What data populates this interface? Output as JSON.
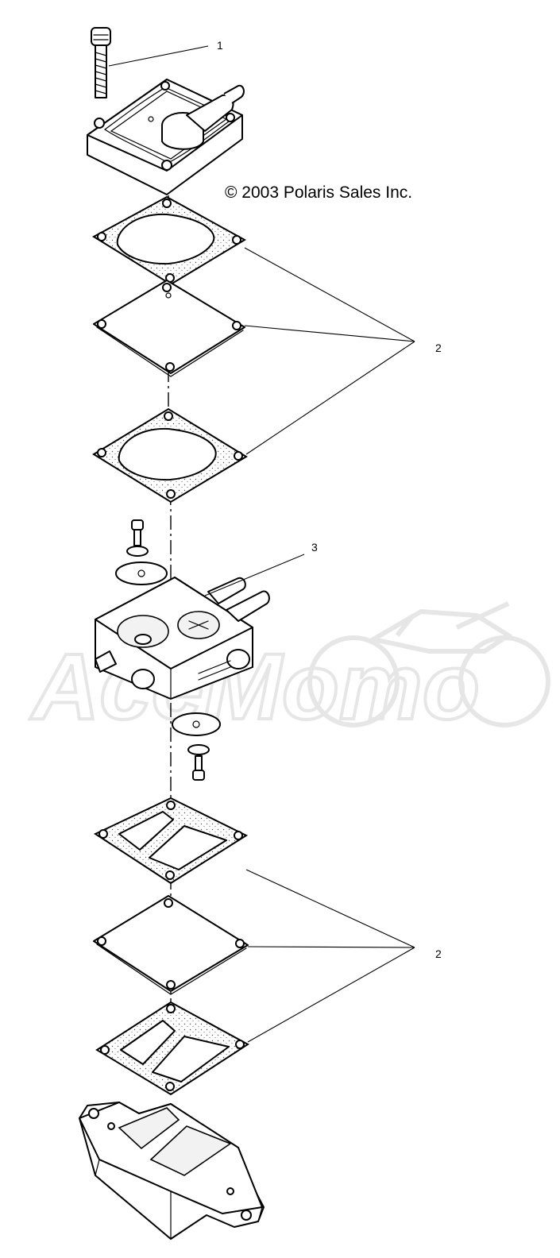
{
  "copyright": "© 2003 Polaris Sales Inc.",
  "watermark": "AceMomo",
  "callouts": [
    {
      "label": "1",
      "part": "screw"
    },
    {
      "label": "2",
      "part": "upper-gasket-set"
    },
    {
      "label": "3",
      "part": "pump-body"
    },
    {
      "label": "2",
      "part": "lower-gasket-set"
    }
  ],
  "icons": [
    "screw-icon",
    "fuel-pump-cover-icon",
    "gasket-icon",
    "diaphragm-icon",
    "pump-body-icon",
    "base-plate-icon"
  ],
  "colors": {
    "line": "#000000",
    "background": "#ffffff",
    "watermark": "#e4e4e4"
  }
}
